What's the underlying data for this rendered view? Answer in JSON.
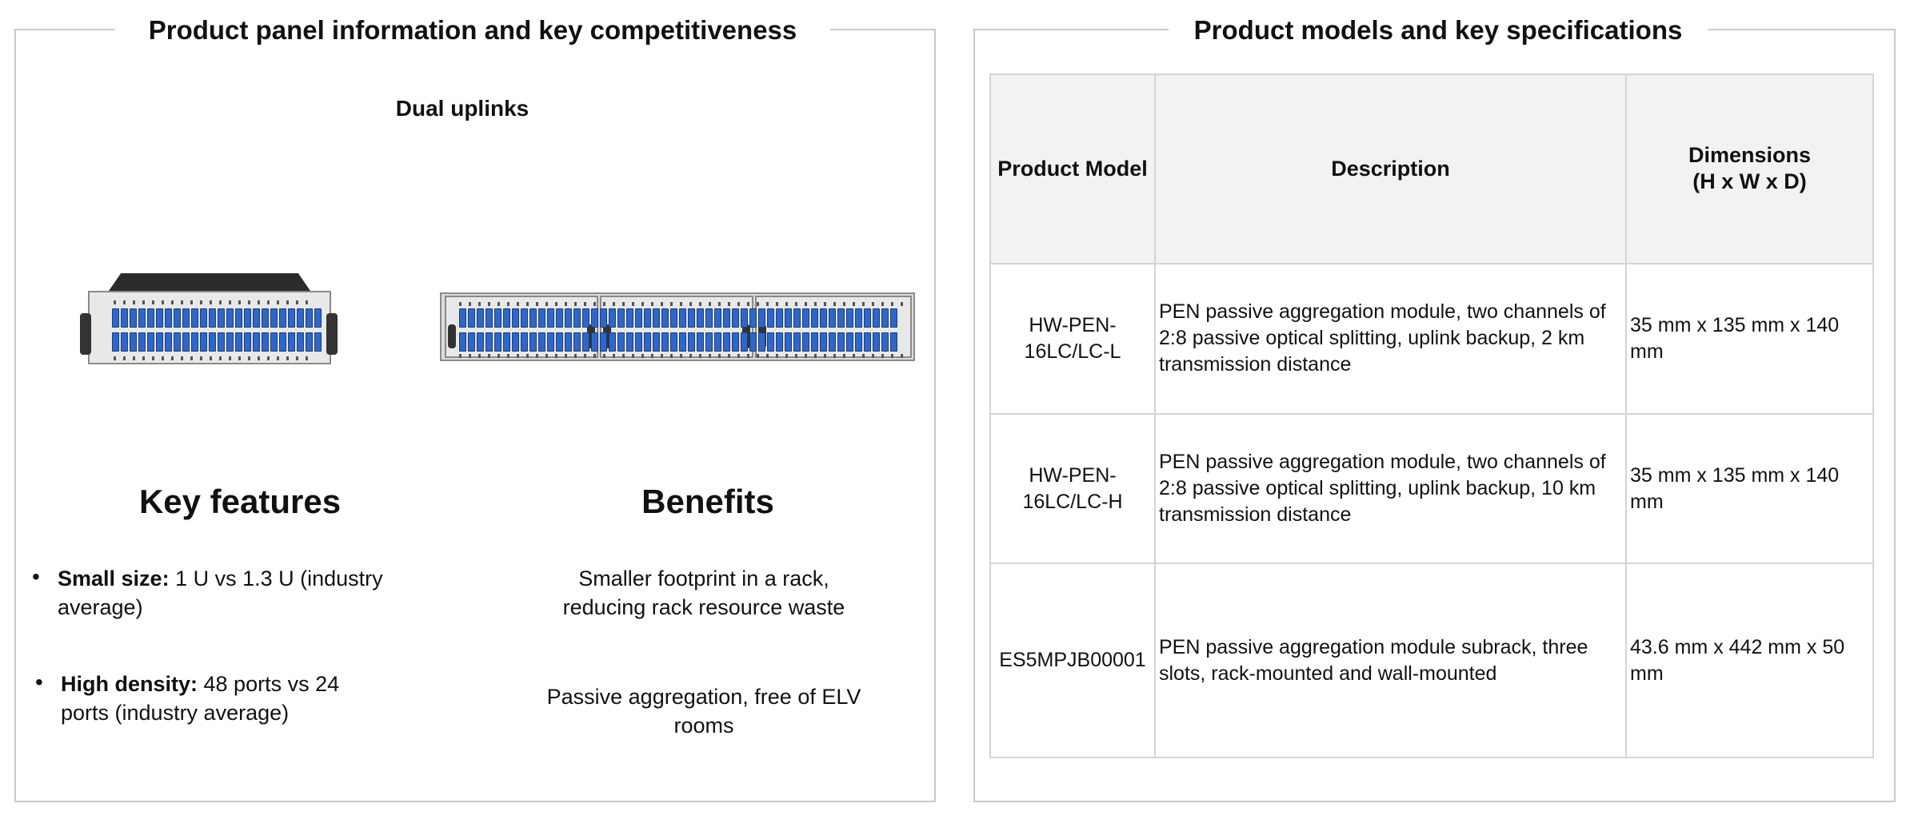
{
  "left_panel": {
    "title": "Product panel information and key competitiveness",
    "image_caption": "Dual uplinks",
    "key_features": {
      "title": "Key features",
      "items": [
        {
          "bold": "Small size:",
          "text": " 1 U vs 1.3 U (industry average)"
        },
        {
          "bold": "High density:",
          "text": " 48 ports vs 24 ports (industry average)"
        }
      ]
    },
    "benefits": {
      "title": "Benefits",
      "items": [
        "Smaller footprint in a rack, reducing rack resource waste",
        "Passive aggregation, free of ELV rooms"
      ]
    }
  },
  "right_panel": {
    "title": "Product models and key specifications",
    "table": {
      "headers": [
        "Product Model",
        "Description",
        "Dimensions\n(H x W x D)"
      ],
      "rows": [
        [
          "HW-PEN-\n16LC/LC-L",
          "PEN passive aggregation module, two channels of 2:8 passive optical splitting, uplink backup, 2 km transmission distance",
          "35 mm x 135 mm x 140 mm"
        ],
        [
          "HW-PEN-\n16LC/LC-H",
          "PEN passive aggregation module, two channels of 2:8 passive optical splitting, uplink backup, 10 km transmission distance",
          "35 mm x 135 mm x 140 mm"
        ],
        [
          "ES5MPJB00001",
          "PEN passive aggregation module subrack, three slots, rack-mounted and wall-mounted",
          "43.6 mm x 442 mm x 50 mm"
        ]
      ]
    }
  },
  "colors": {
    "port_blue": "#2f67c9",
    "border_gray": "#c9c9c9",
    "header_bg": "#f2f2f2"
  }
}
